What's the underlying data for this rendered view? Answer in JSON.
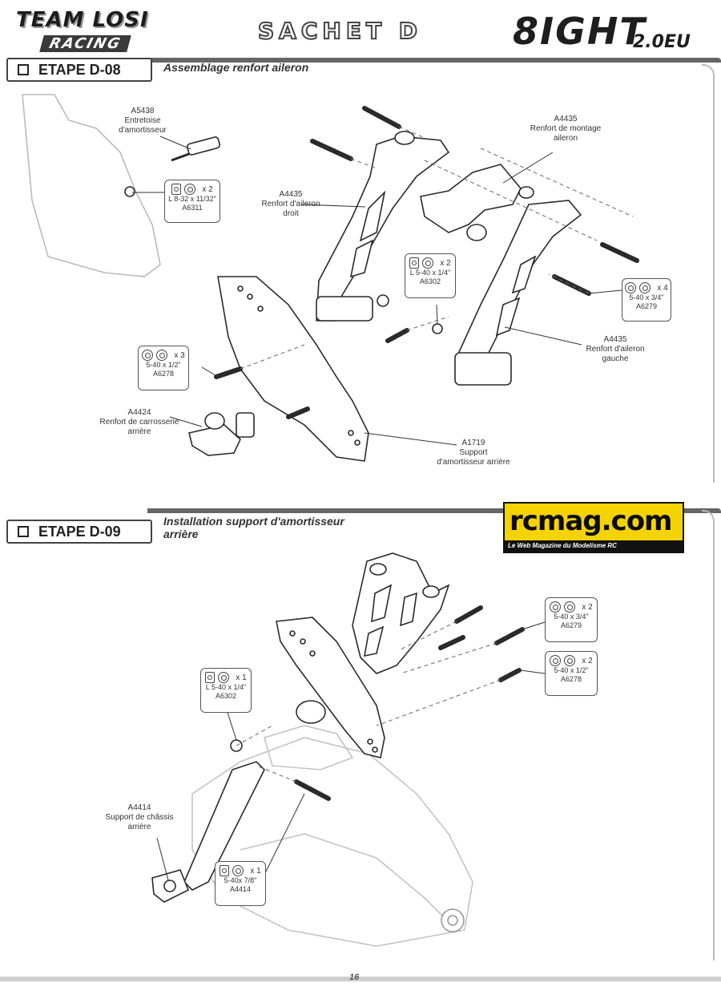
{
  "header": {
    "brand_top": "TEAM LOSI",
    "brand_bottom": "RACING",
    "sachet": "SACHET D",
    "model_main": "8IGHT",
    "model_sub": "2.0EU"
  },
  "step1": {
    "label": "ETAPE D-08",
    "title": "Assemblage renfort aileron",
    "callouts": [
      {
        "code": "A5438",
        "lines": [
          "Entretoise",
          "d'amortisseur"
        ]
      },
      {
        "code": "A4435",
        "lines": [
          "Renfort de montage",
          "aileron"
        ]
      },
      {
        "code": "A4435",
        "lines": [
          "Renfort d'aileron",
          "droit"
        ]
      },
      {
        "code": "A4435",
        "lines": [
          "Renfort d'aileron",
          "gauche"
        ]
      },
      {
        "code": "A4424",
        "lines": [
          "Renfort de carrosserie",
          "arrière"
        ]
      },
      {
        "code": "A1719",
        "lines": [
          "Support",
          "d'amortisseur arrière"
        ]
      }
    ],
    "parts": [
      {
        "qty": "x 2",
        "size": "L 8-32 x 11/32\"",
        "code": "A6311"
      },
      {
        "qty": "x 2",
        "size": "L 5-40 x 1/4\"",
        "code": "A6302"
      },
      {
        "qty": "x 4",
        "size": "5-40 x 3/4\"",
        "code": "A6279"
      },
      {
        "qty": "x 3",
        "size": "5-40 x 1/2\"",
        "code": "A6278"
      }
    ]
  },
  "step2": {
    "label": "ETAPE D-09",
    "title_line1": "Installation support d'amortisseur",
    "title_line2": "arrière",
    "callouts": [
      {
        "code": "A4414",
        "lines": [
          "Support de châssis",
          "arrière"
        ]
      }
    ],
    "parts": [
      {
        "qty": "x 2",
        "size": "5-40 x 3/4\"",
        "code": "A6279"
      },
      {
        "qty": "x 2",
        "size": "5-40 x 1/2\"",
        "code": "A6278"
      },
      {
        "qty": "x 1",
        "size": "L 5-40 x 1/4\"",
        "code": "A6302"
      },
      {
        "qty": "x 1",
        "size": "5-40x 7/8\"",
        "code": "A4414"
      }
    ]
  },
  "watermark": {
    "logo": "rcmag.com",
    "tagline": "Le Web Magazine du Modelisme RC"
  },
  "page_number": "16"
}
